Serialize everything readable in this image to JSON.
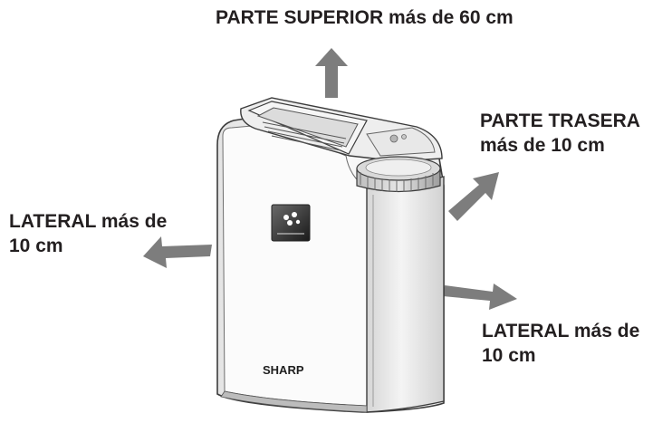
{
  "labels": {
    "top": "PARTE SUPERIOR más de 60 cm",
    "back_line1": "PARTE TRASERA",
    "back_line2": "más de 10 cm",
    "left_line1": "LATERAL más de",
    "left_line2": "10 cm",
    "right_line1": "LATERAL más de",
    "right_line2": "10 cm"
  },
  "device": {
    "brand_logo": "SHARP"
  },
  "icons": {
    "arrow": "arrow-icon",
    "device": "air-purifier-device",
    "emblem": "plasmacluster-emblem-icon"
  },
  "colors": {
    "arrow": "#7d7d7d",
    "text": "#231f20",
    "device_body": "#f2f2f2",
    "device_outline": "#3c3c3c",
    "dial": "#9a9a9a"
  }
}
